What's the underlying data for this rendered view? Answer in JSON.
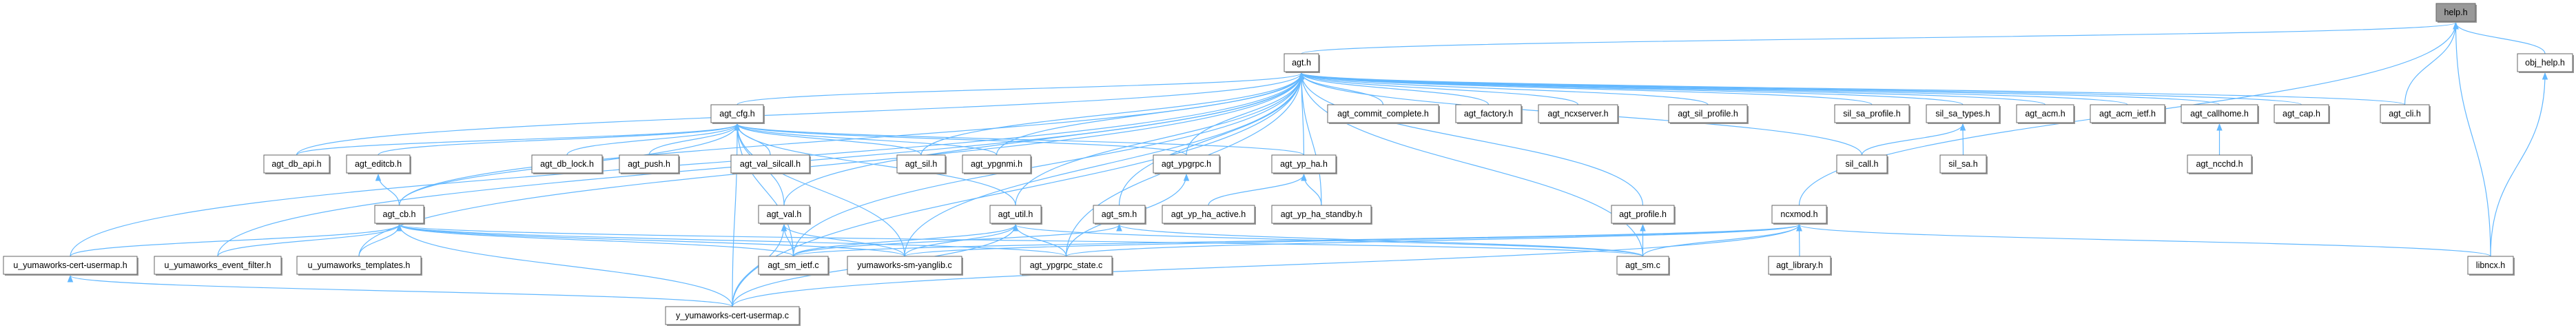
{
  "graph": {
    "edge_color": "#63b8ff",
    "highlight_fill": "#999999",
    "nodes": [
      {
        "id": "help.h",
        "label": "help.h",
        "highlight": true
      },
      {
        "id": "agt.h",
        "label": "agt.h"
      },
      {
        "id": "obj_help.h",
        "label": "obj_help.h"
      },
      {
        "id": "agt_cfg.h",
        "label": "agt_cfg.h"
      },
      {
        "id": "agt_commit_complete.h",
        "label": "agt_commit_complete.h"
      },
      {
        "id": "agt_factory.h",
        "label": "agt_factory.h"
      },
      {
        "id": "agt_ncxserver.h",
        "label": "agt_ncxserver.h"
      },
      {
        "id": "agt_sil_profile.h",
        "label": "agt_sil_profile.h"
      },
      {
        "id": "sil_sa_profile.h",
        "label": "sil_sa_profile.h"
      },
      {
        "id": "sil_sa_types.h",
        "label": "sil_sa_types.h"
      },
      {
        "id": "agt_acm.h",
        "label": "agt_acm.h"
      },
      {
        "id": "agt_acm_ietf.h",
        "label": "agt_acm_ietf.h"
      },
      {
        "id": "agt_callhome.h",
        "label": "agt_callhome.h"
      },
      {
        "id": "agt_cap.h",
        "label": "agt_cap.h"
      },
      {
        "id": "agt_cli.h",
        "label": "agt_cli.h"
      },
      {
        "id": "agt_db_api.h",
        "label": "agt_db_api.h"
      },
      {
        "id": "agt_editcb.h",
        "label": "agt_editcb.h"
      },
      {
        "id": "agt_db_lock.h",
        "label": "agt_db_lock.h"
      },
      {
        "id": "agt_push.h",
        "label": "agt_push.h"
      },
      {
        "id": "agt_val_silcall.h",
        "label": "agt_val_silcall.h"
      },
      {
        "id": "agt_sil.h",
        "label": "agt_sil.h"
      },
      {
        "id": "agt_ypgnmi.h",
        "label": "agt_ypgnmi.h"
      },
      {
        "id": "agt_ypgrpc.h",
        "label": "agt_ypgrpc.h"
      },
      {
        "id": "agt_yp_ha.h",
        "label": "agt_yp_ha.h"
      },
      {
        "id": "sil_call.h",
        "label": "sil_call.h"
      },
      {
        "id": "sil_sa.h",
        "label": "sil_sa.h"
      },
      {
        "id": "agt_ncchd.h",
        "label": "agt_ncchd.h"
      },
      {
        "id": "agt_cb.h",
        "label": "agt_cb.h"
      },
      {
        "id": "agt_val.h",
        "label": "agt_val.h"
      },
      {
        "id": "agt_util.h",
        "label": "agt_util.h"
      },
      {
        "id": "agt_sm.h",
        "label": "agt_sm.h"
      },
      {
        "id": "agt_yp_ha_active.h",
        "label": "agt_yp_ha_active.h"
      },
      {
        "id": "agt_yp_ha_standby.h",
        "label": "agt_yp_ha_standby.h"
      },
      {
        "id": "agt_profile.h",
        "label": "agt_profile.h"
      },
      {
        "id": "ncxmod.h",
        "label": "ncxmod.h"
      },
      {
        "id": "u_yumaworks-cert-usermap.h",
        "label": "u_yumaworks-cert-usermap.h"
      },
      {
        "id": "u_yumaworks_event_filter.h",
        "label": "u_yumaworks_event_filter.h"
      },
      {
        "id": "u_yumaworks_templates.h",
        "label": "u_yumaworks_templates.h"
      },
      {
        "id": "agt_sm_ietf.c",
        "label": "agt_sm_ietf.c"
      },
      {
        "id": "yumaworks-sm-yanglib.c",
        "label": "yumaworks-sm-yanglib.c"
      },
      {
        "id": "agt_ypgrpc_state.c",
        "label": "agt_ypgrpc_state.c"
      },
      {
        "id": "agt_sm.c",
        "label": "agt_sm.c"
      },
      {
        "id": "agt_library.h",
        "label": "agt_library.h"
      },
      {
        "id": "libncx.h",
        "label": "libncx.h"
      },
      {
        "id": "y_yumaworks-cert-usermap.c",
        "label": "y_yumaworks-cert-usermap.c"
      }
    ],
    "edges": [
      [
        "agt.h",
        "help.h"
      ],
      [
        "obj_help.h",
        "help.h"
      ],
      [
        "agt_cli.h",
        "help.h"
      ],
      [
        "ncxmod.h",
        "help.h"
      ],
      [
        "libncx.h",
        "help.h"
      ],
      [
        "libncx.h",
        "obj_help.h"
      ],
      [
        "libncx.h",
        "ncxmod.h"
      ],
      [
        "agt_cfg.h",
        "agt.h"
      ],
      [
        "agt_commit_complete.h",
        "agt.h"
      ],
      [
        "agt_factory.h",
        "agt.h"
      ],
      [
        "agt_ncxserver.h",
        "agt.h"
      ],
      [
        "agt_sil_profile.h",
        "agt.h"
      ],
      [
        "sil_sa_profile.h",
        "agt.h"
      ],
      [
        "sil_sa_types.h",
        "agt.h"
      ],
      [
        "agt_acm.h",
        "agt.h"
      ],
      [
        "agt_acm_ietf.h",
        "agt.h"
      ],
      [
        "agt_callhome.h",
        "agt.h"
      ],
      [
        "agt_cap.h",
        "agt.h"
      ],
      [
        "agt_cli.h",
        "agt.h"
      ],
      [
        "sil_call.h",
        "agt.h"
      ],
      [
        "agt_sil.h",
        "agt.h"
      ],
      [
        "agt_ypgnmi.h",
        "agt.h"
      ],
      [
        "agt_ypgrpc.h",
        "agt.h"
      ],
      [
        "agt_yp_ha.h",
        "agt.h"
      ],
      [
        "agt_db_api.h",
        "agt.h"
      ],
      [
        "agt_cb.h",
        "agt.h"
      ],
      [
        "agt_val.h",
        "agt.h"
      ],
      [
        "agt_util.h",
        "agt.h"
      ],
      [
        "agt_sm.h",
        "agt.h"
      ],
      [
        "agt_yp_ha_standby.h",
        "agt.h"
      ],
      [
        "agt_profile.h",
        "agt.h"
      ],
      [
        "agt_sm.c",
        "agt.h"
      ],
      [
        "agt_sm_ietf.c",
        "agt.h"
      ],
      [
        "yumaworks-sm-yanglib.c",
        "agt.h"
      ],
      [
        "agt_ypgrpc_state.c",
        "agt.h"
      ],
      [
        "u_yumaworks-cert-usermap.h",
        "agt.h"
      ],
      [
        "u_yumaworks_event_filter.h",
        "agt.h"
      ],
      [
        "u_yumaworks_templates.h",
        "agt.h"
      ],
      [
        "y_yumaworks-cert-usermap.c",
        "agt.h"
      ],
      [
        "sil_call.h",
        "sil_sa_types.h"
      ],
      [
        "sil_sa.h",
        "sil_sa_types.h"
      ],
      [
        "agt_ncchd.h",
        "agt_callhome.h"
      ],
      [
        "agt_db_api.h",
        "agt_cfg.h"
      ],
      [
        "agt_editcb.h",
        "agt_cfg.h"
      ],
      [
        "agt_db_lock.h",
        "agt_cfg.h"
      ],
      [
        "agt_push.h",
        "agt_cfg.h"
      ],
      [
        "agt_val_silcall.h",
        "agt_cfg.h"
      ],
      [
        "agt_sil.h",
        "agt_cfg.h"
      ],
      [
        "agt_ypgnmi.h",
        "agt_cfg.h"
      ],
      [
        "agt_ypgrpc.h",
        "agt_cfg.h"
      ],
      [
        "agt_yp_ha.h",
        "agt_cfg.h"
      ],
      [
        "agt_cb.h",
        "agt_cfg.h"
      ],
      [
        "agt_val.h",
        "agt_cfg.h"
      ],
      [
        "agt_util.h",
        "agt_cfg.h"
      ],
      [
        "agt_sm_ietf.c",
        "agt_cfg.h"
      ],
      [
        "yumaworks-sm-yanglib.c",
        "agt_cfg.h"
      ],
      [
        "y_yumaworks-cert-usermap.c",
        "agt_cfg.h"
      ],
      [
        "agt_cb.h",
        "agt_editcb.h"
      ],
      [
        "agt_yp_ha_active.h",
        "agt_yp_ha.h"
      ],
      [
        "agt_yp_ha_standby.h",
        "agt_yp_ha.h"
      ],
      [
        "agt_ypgrpc_state.c",
        "agt_ypgrpc.h"
      ],
      [
        "u_yumaworks-cert-usermap.h",
        "agt_cb.h"
      ],
      [
        "u_yumaworks_event_filter.h",
        "agt_cb.h"
      ],
      [
        "u_yumaworks_templates.h",
        "agt_cb.h"
      ],
      [
        "y_yumaworks-cert-usermap.c",
        "agt_cb.h"
      ],
      [
        "agt_sm_ietf.c",
        "agt_cb.h"
      ],
      [
        "yumaworks-sm-yanglib.c",
        "agt_cb.h"
      ],
      [
        "agt_ypgrpc_state.c",
        "agt_cb.h"
      ],
      [
        "agt_sm.c",
        "agt_cb.h"
      ],
      [
        "agt_sm_ietf.c",
        "agt_val.h"
      ],
      [
        "y_yumaworks-cert-usermap.c",
        "agt_val.h"
      ],
      [
        "yumaworks-sm-yanglib.c",
        "agt_val.h"
      ],
      [
        "agt_sm_ietf.c",
        "agt_util.h"
      ],
      [
        "yumaworks-sm-yanglib.c",
        "agt_util.h"
      ],
      [
        "agt_ypgrpc_state.c",
        "agt_util.h"
      ],
      [
        "y_yumaworks-cert-usermap.c",
        "agt_util.h"
      ],
      [
        "agt_sm.c",
        "agt_util.h"
      ],
      [
        "agt_sm_ietf.c",
        "agt_sm.h"
      ],
      [
        "agt_sm.c",
        "agt_sm.h"
      ],
      [
        "agt_sm.c",
        "agt_profile.h"
      ],
      [
        "agt_sm_ietf.c",
        "ncxmod.h"
      ],
      [
        "yumaworks-sm-yanglib.c",
        "ncxmod.h"
      ],
      [
        "agt_ypgrpc_state.c",
        "ncxmod.h"
      ],
      [
        "agt_sm.c",
        "ncxmod.h"
      ],
      [
        "agt_library.h",
        "ncxmod.h"
      ],
      [
        "y_yumaworks-cert-usermap.c",
        "ncxmod.h"
      ],
      [
        "y_yumaworks-cert-usermap.c",
        "u_yumaworks-cert-usermap.h"
      ]
    ]
  }
}
